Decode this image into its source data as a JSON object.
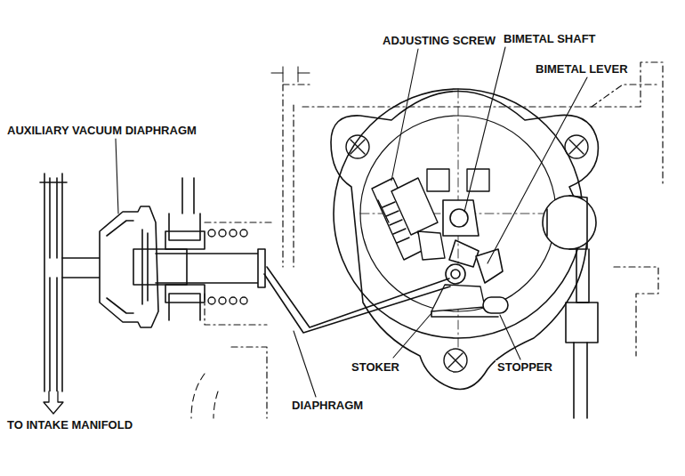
{
  "diagram": {
    "labels": [
      "ADJUSTING SCREW",
      "BIMETAL SHAFT",
      "BIMETAL LEVER",
      "AUXILIARY VACUUM DIAPHRAGM",
      "STOKER",
      "STOPPER",
      "DIAPHRAGM",
      "TO INTAKE MANIFOLD"
    ]
  }
}
